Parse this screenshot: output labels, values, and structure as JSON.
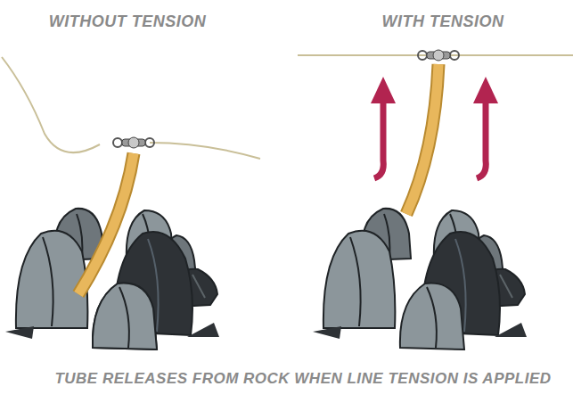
{
  "diagram": {
    "caption": "TUBE RELEASES FROM ROCK WHEN LINE TENSION IS APPLIED",
    "labels": [
      "WITHOUT TENSION",
      "WITH TENSION"
    ]
  }
}
